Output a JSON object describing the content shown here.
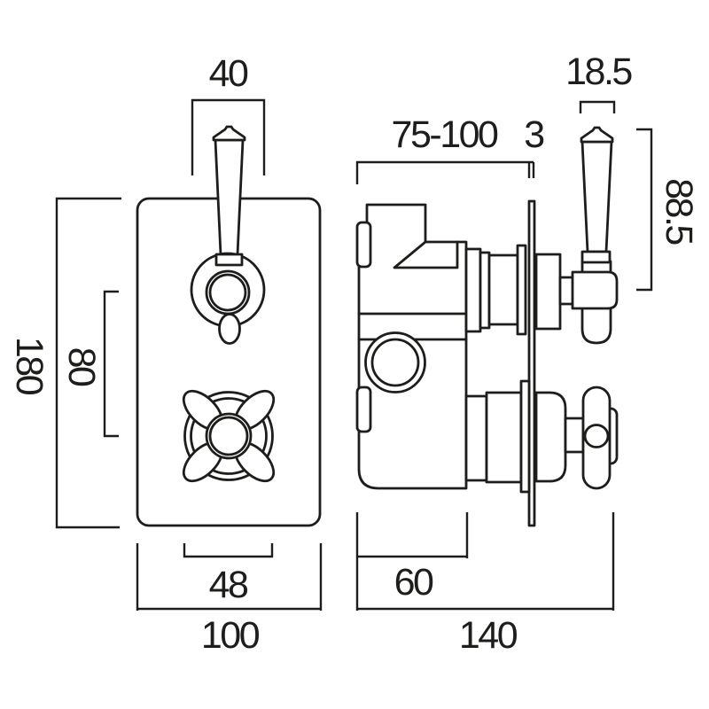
{
  "colors": {
    "line": "#1d1d1b",
    "background": "#ffffff"
  },
  "dimensions": {
    "front_lever_top_width": {
      "label": "40"
    },
    "side_lever_top_width": {
      "label": "18.5"
    },
    "recess_depth_range": {
      "label": "75-100"
    },
    "plate_thickness": {
      "label": "3"
    },
    "lever_height": {
      "label": "88.5"
    },
    "plate_height": {
      "label": "180"
    },
    "control_centres_spacing": {
      "label": "80"
    },
    "cross_handle_diameter": {
      "label": "48"
    },
    "plate_width": {
      "label": "100"
    },
    "lower_body_depth": {
      "label": "60"
    },
    "overall_depth": {
      "label": "140"
    }
  }
}
